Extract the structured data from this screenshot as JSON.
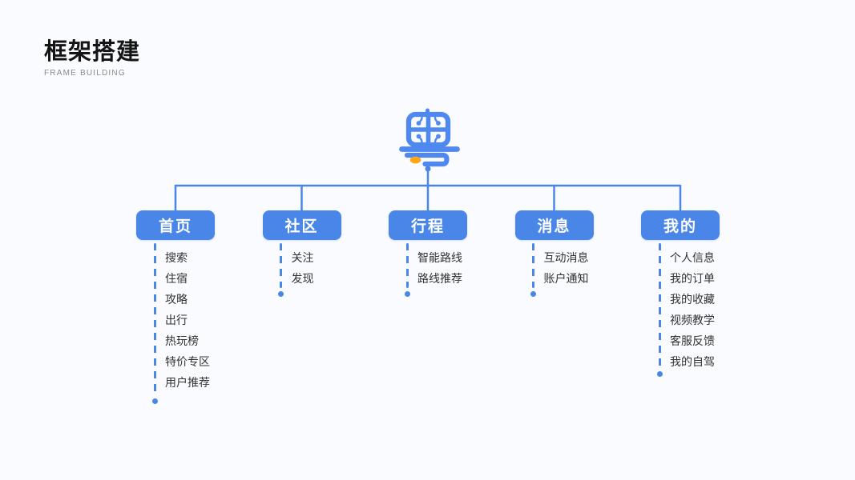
{
  "page": {
    "title": "框架搭建",
    "subtitle": "FRAME BUILDING"
  },
  "logo": {
    "icon": "yue-character-app-logo",
    "character": "粤"
  },
  "colors": {
    "primary_blue": "#4A86E8",
    "logo_blue": "#4F89F0",
    "accent_orange": "#FFA71A",
    "background": "#FAFBFE",
    "button_text": "#FFFFFF",
    "item_text": "#333333",
    "title_text": "#141414",
    "subtitle_text": "#8A8A8A"
  },
  "tree": {
    "branches": [
      {
        "label": "首页",
        "items": [
          "搜索",
          "住宿",
          "攻略",
          "出行",
          "热玩榜",
          "特价专区",
          "用户推荐"
        ]
      },
      {
        "label": "社区",
        "items": [
          "关注",
          "发现"
        ]
      },
      {
        "label": "行程",
        "items": [
          "智能路线",
          "路线推荐"
        ]
      },
      {
        "label": "消息",
        "items": [
          "互动消息",
          "账户通知"
        ]
      },
      {
        "label": "我的",
        "items": [
          "个人信息",
          "我的订单",
          "我的收藏",
          "视频教学",
          "客服反馈",
          "我的自驾"
        ]
      }
    ]
  }
}
